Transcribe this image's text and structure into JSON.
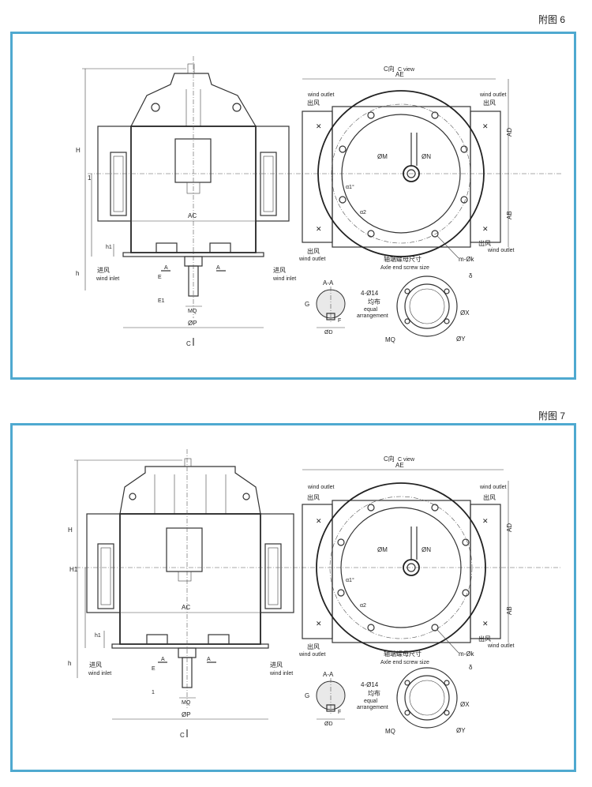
{
  "figures": [
    {
      "caption": "附图 6",
      "labels": {
        "h_total": "H",
        "h1_center": "1",
        "h_small": "h1",
        "h_base": "h",
        "ac": "AC",
        "a_left": "A",
        "a_right": "A",
        "e": "E",
        "e1": "E1",
        "mq_shaft": "MQ",
        "op": "ØP",
        "c_arrow": "C",
        "wind_inlet_cn": "进风",
        "wind_inlet_en": "wind inlet",
        "c_view_cn": "C向",
        "c_view_en": "C view",
        "ae": "AE",
        "wind_outlet_cn": "出风",
        "wind_outlet_en": "wind outlet",
        "ad": "AD",
        "ab": "AB",
        "om": "ØM",
        "on": "ØN",
        "alpha1": "α1°",
        "alpha2": "α2",
        "axle_cn": "轴端螺母尺寸",
        "axle_en": "Axle end screw size",
        "mk": "m-Øk",
        "aa": "A-A",
        "g": "G",
        "f": "F",
        "od": "ØD",
        "holes": "4-Ø14",
        "equal_cn": "均布",
        "equal_en1": "equal",
        "equal_en2": "arrangement",
        "delta": "δ",
        "ox": "ØX",
        "oy": "ØY",
        "mq_flange": "MQ"
      }
    },
    {
      "caption": "附图 7",
      "labels": {
        "h_total": "H",
        "h1_center": "H1",
        "h_small": "h1",
        "h_base": "h",
        "ac": "AC",
        "a_left": "A",
        "a_right": "A",
        "e": "E",
        "e1": "1",
        "mq_shaft": "MQ",
        "op": "ØP",
        "c_arrow": "C",
        "wind_inlet_cn": "进风",
        "wind_inlet_en": "wind inlet",
        "c_view_cn": "C向",
        "c_view_en": "C view",
        "ae": "AE",
        "wind_outlet_cn": "出风",
        "wind_outlet_en": "wind outlet",
        "ad": "AD",
        "ab": "AB",
        "om": "ØM",
        "on": "ØN",
        "alpha1": "α1°",
        "alpha2": "α2",
        "axle_cn": "轴端螺母尺寸",
        "axle_en": "Axle end screw size",
        "mk": "m-Øk",
        "aa": "A-A",
        "g": "G",
        "f": "F",
        "od": "ØD",
        "holes": "4-Ø14",
        "equal_cn": "均布",
        "equal_en1": "equal",
        "equal_en2": "arrangement",
        "delta": "δ",
        "ox": "ØX",
        "oy": "ØY",
        "mq_flange": "MQ"
      }
    }
  ]
}
